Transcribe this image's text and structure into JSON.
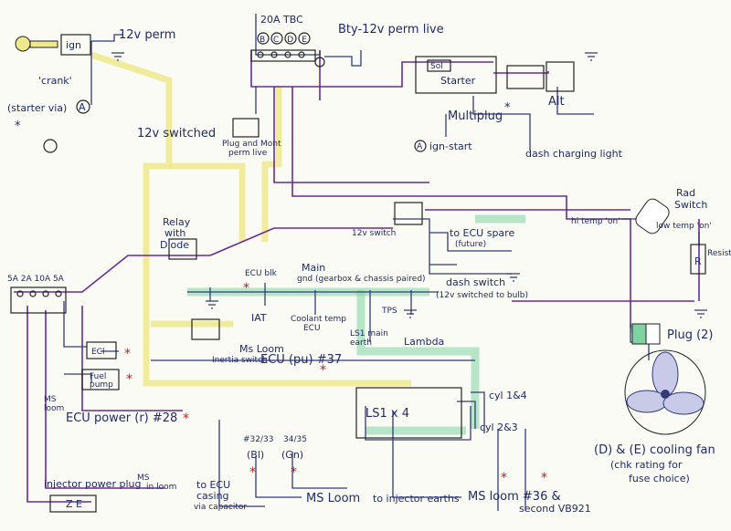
{
  "labels": {
    "ign": "ign",
    "perm_12v": "12v perm",
    "crank": "'crank'",
    "starter_via": "(starter via)",
    "starter_via_star": "*",
    "node_a": "A",
    "fuse_header": "20A  TBC",
    "fuse_letters": "BCDE",
    "bty_live": "Bty-12v perm live",
    "sol": "Sol",
    "starter": "Starter",
    "alt": "Alt",
    "multiplug": "Multiplug",
    "multiplug_star": "*",
    "ign_start": "ign-start",
    "dash_charging": "dash charging light",
    "switched_12v": "12v switched",
    "plug_perm_1": "Plug and Mont",
    "plug_perm_2": "perm live",
    "relay_diode_1": "Relay",
    "relay_diode_2": "with",
    "relay_diode_3": "Diode",
    "fuses_left": "5A 2A 10A 5A",
    "ecu_blk": "ECU blk",
    "main_gnd_1": "Main",
    "main_gnd_2": "gnd (gearbox & chassis paired)",
    "iat": "IAT",
    "coolant_1": "Coolant temp",
    "coolant_2": "ECU",
    "tps": "TPS",
    "ls1_earth_1": "LS1 main",
    "ls1_earth_2": "earth",
    "lambda": "Lambda",
    "relay_12v_switch": "12v switch",
    "to_ecu_spare_1": "to ECU spare",
    "to_ecu_spare_2": "(future)",
    "dash_switch": "dash switch",
    "dash_switch_note": "(12v switched to bulb)",
    "hi_temp_on": "hi temp 'on'",
    "low_temp_on": "low temp 'on'",
    "rad_switch_1": "Rad",
    "rad_switch_2": "Switch",
    "resistor": "Resistor",
    "r": "R",
    "plug_2": "Plug (2)",
    "ecl": "ECl",
    "fuel_pump_1": "Fuel",
    "fuel_pump_2": "pump",
    "ms_loom_inertia_1": "Ms Loom",
    "inertia_switch": "Inertia switch",
    "ecu_pu": "ECU (pu) #37",
    "ms_loom_left_1": "MS",
    "ms_loom_left_2": "loom",
    "ecu_power": "ECU power (r) #28",
    "ls1_x4": "LS1 x 4",
    "cyl_1_4": "cyl 1&4",
    "cyl_2_3": "cyl 2&3",
    "pins_1": "#32/33",
    "pins_2": "34/35",
    "bl": "(Bl)",
    "gn": "(Gn)",
    "to_ecu_casing_1": "to ECU",
    "to_ecu_casing_2": "casing",
    "to_ecu_casing_3": "via capacitor",
    "ms_loom_bottom": "MS Loom",
    "to_injector_earths": "to injector earths",
    "ms_loom_36": "MS loom #36 &",
    "second_vb921": "second VB921",
    "injector_power_plug": "injector power plug",
    "ms_in_loom_1": "MS",
    "ms_in_loom_2": "in loom",
    "cooling_fan_1": "(D) & (E) cooling fan",
    "cooling_fan_2": "(chk rating for",
    "cooling_fan_3": "fuse choice)",
    "star": "*"
  }
}
